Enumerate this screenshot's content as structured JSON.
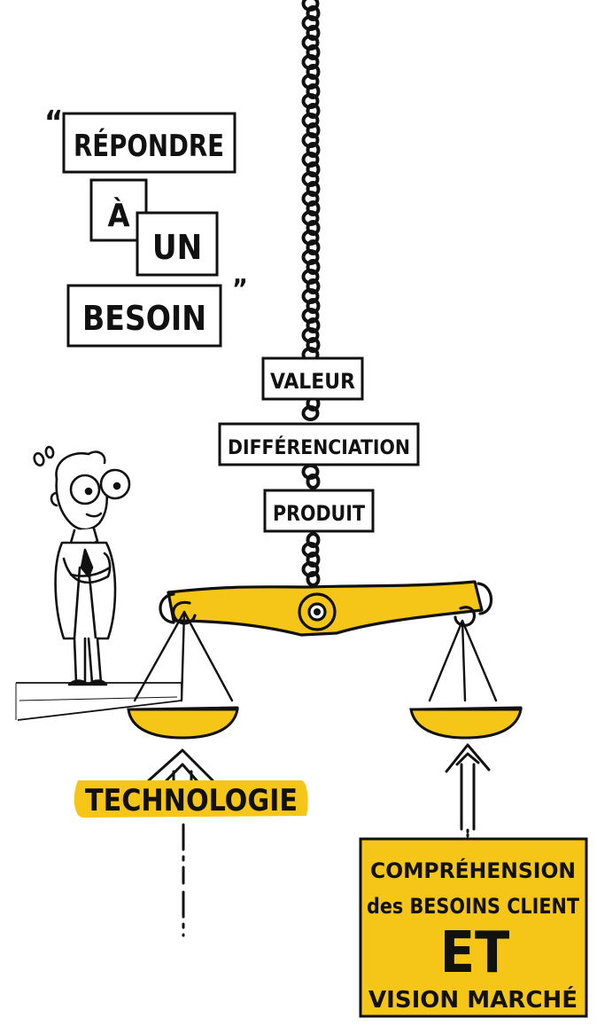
{
  "quote": {
    "open_mark": "“",
    "close_mark": "”",
    "words": [
      "RÉPONDRE",
      "À",
      "UN",
      "BESOIN"
    ]
  },
  "chain_labels": [
    "VALEUR",
    "DIFFÉRENCIATION",
    "PRODUIT"
  ],
  "left_pan_label": "TECHNOLOGIE",
  "right_box": {
    "line1": "COMPRÉHENSION",
    "line2": "des BESOINS CLIENT",
    "line3": "ET",
    "line4": "VISION MARCHÉ"
  },
  "colors": {
    "accent_yellow": "#F5C518",
    "ink": "#111111",
    "paper": "#ffffff"
  }
}
